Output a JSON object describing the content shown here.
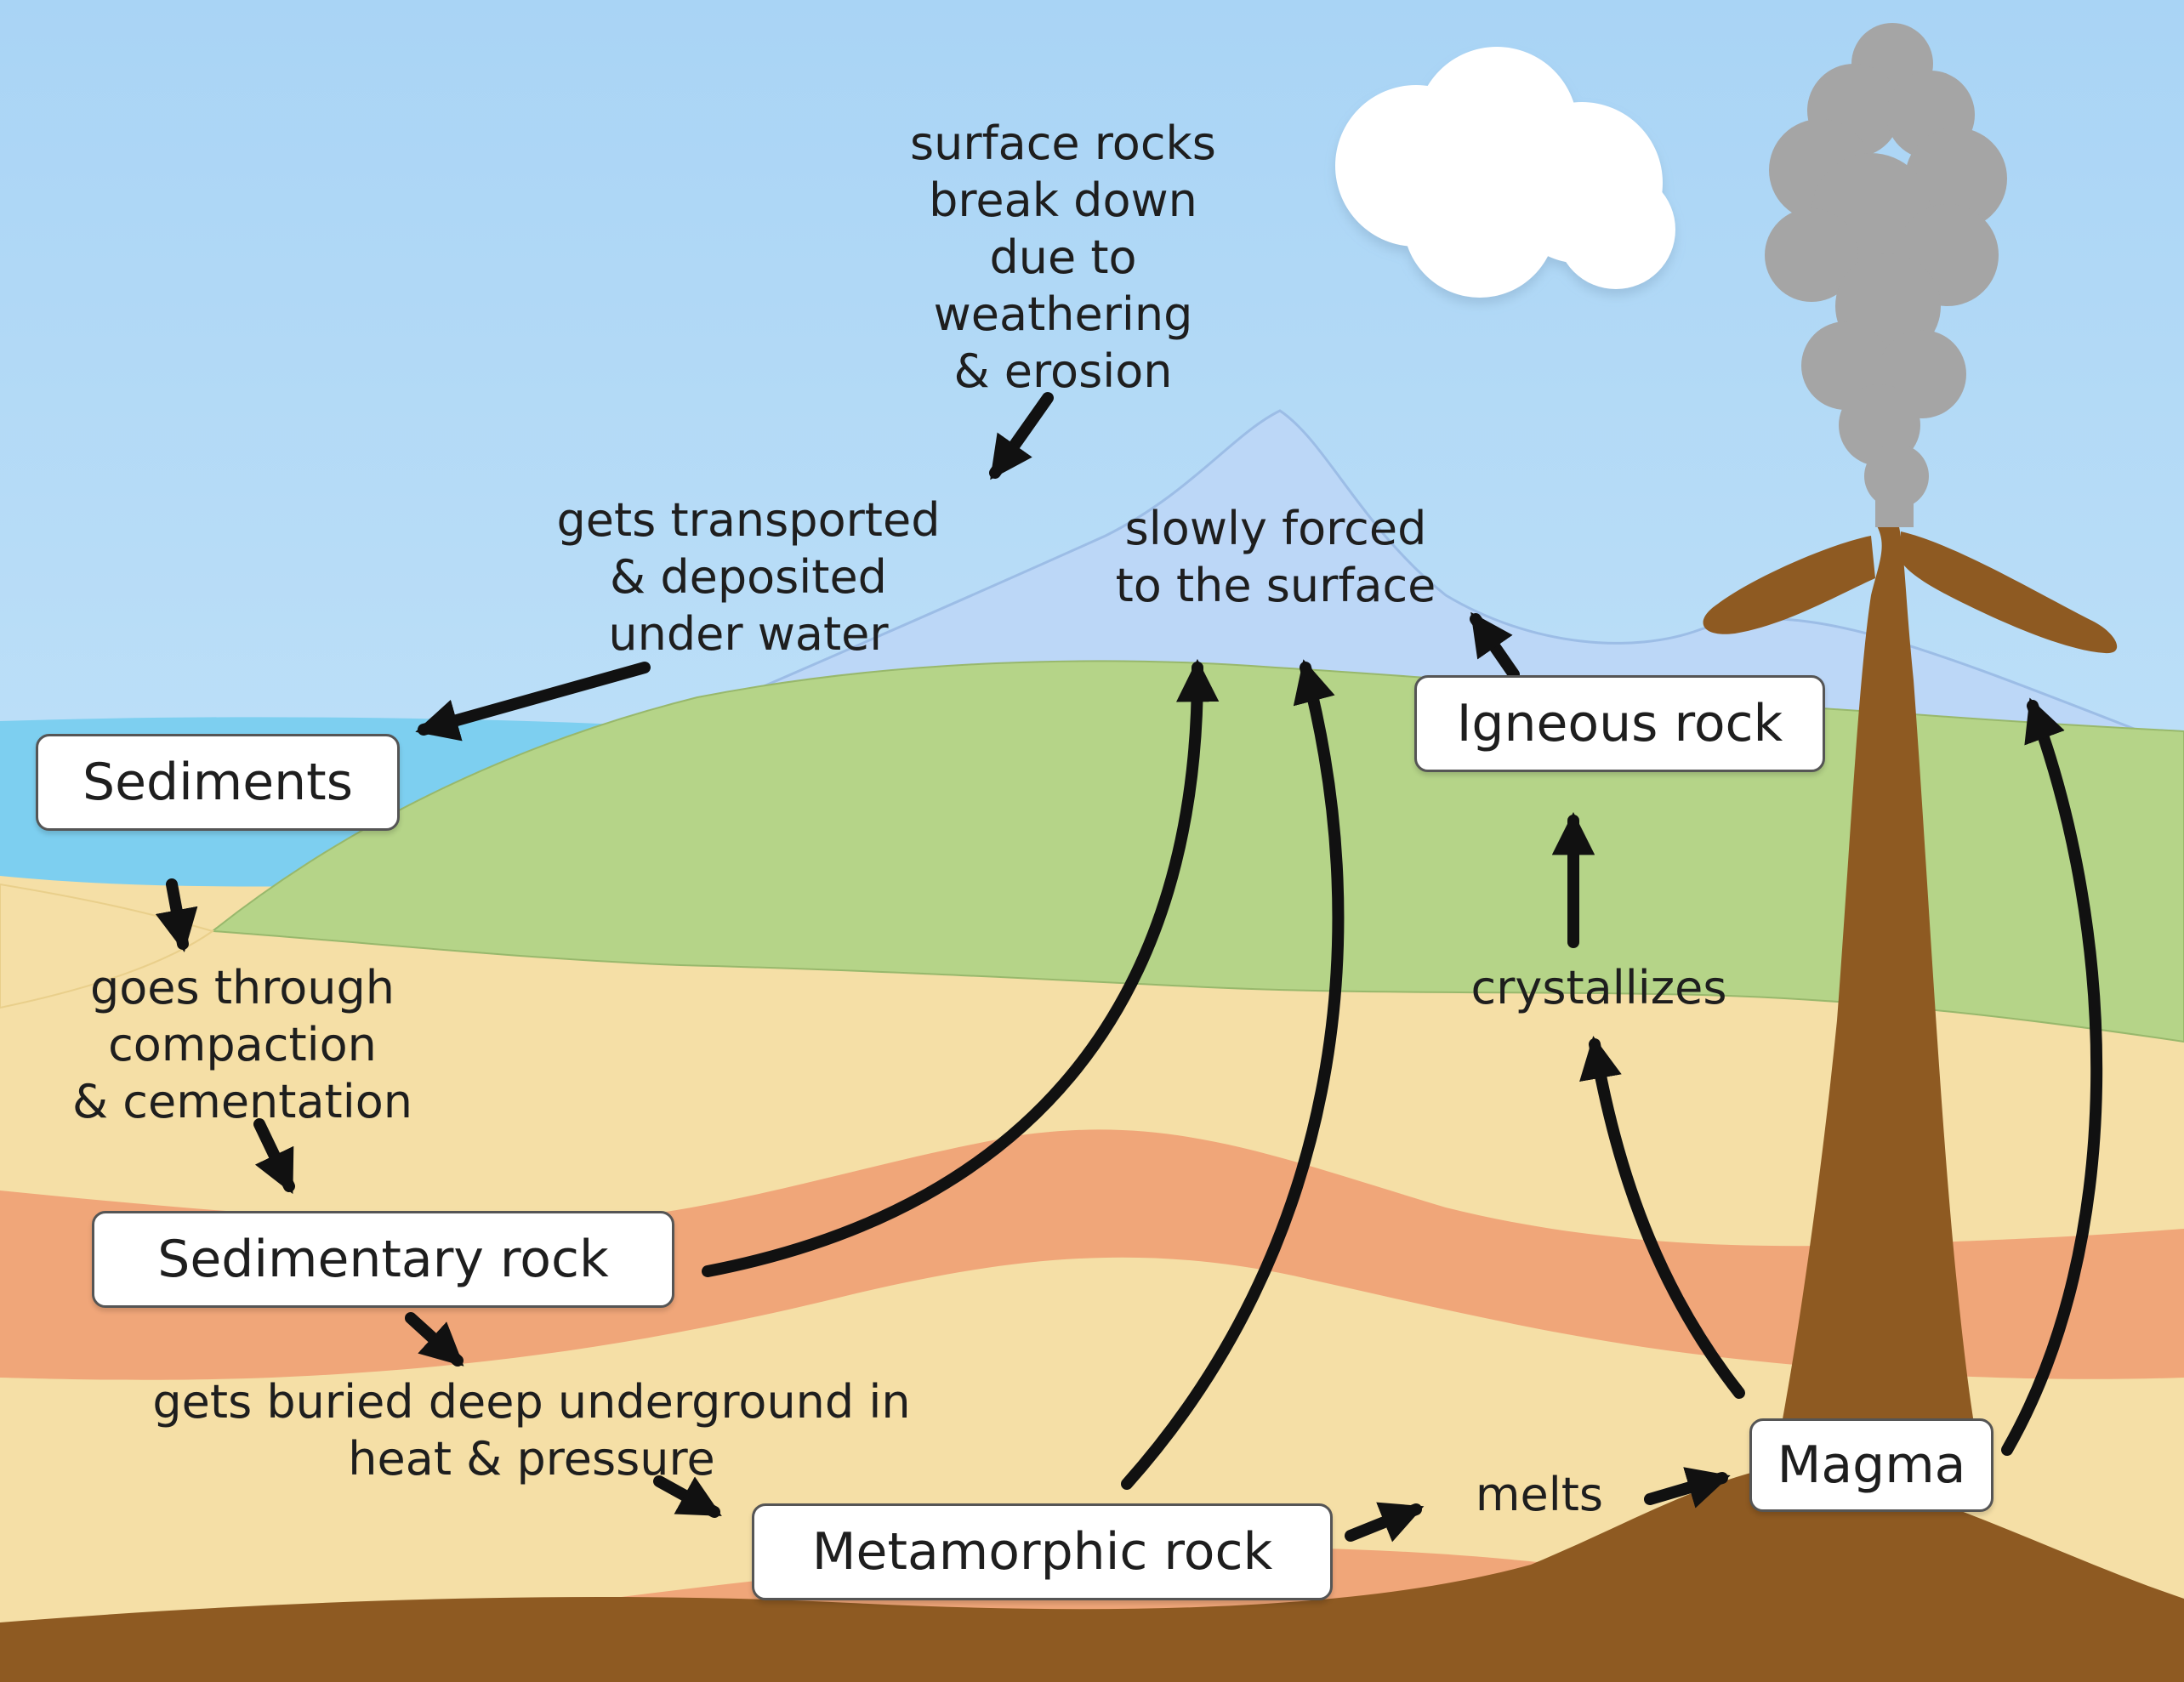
{
  "colors": {
    "sky_top": "#a9d4f5",
    "sky_bottom": "#d3ecfb",
    "water": "#7dcff0",
    "mountain": "#bcd7f7",
    "grass": "#b5d488",
    "sand": "#f5dfa6",
    "clay": "#f0a679",
    "soil": "#8e5a22",
    "smoke": "#a5a5a5",
    "cloud": "#ffffff"
  },
  "boxes": {
    "sediments": "Sediments",
    "sedimentary_rock": "Sedimentary rock",
    "metamorphic_rock": "Metamorphic rock",
    "igneous_rock": "Igneous rock",
    "magma": "Magma"
  },
  "labels": {
    "weathering": "surface rocks\nbreak down\ndue to\nweathering\n& erosion",
    "transported": "gets transported\n& deposited\nunder water",
    "forced": "slowly forced\nto the surface",
    "compaction": "goes through\ncompaction\n& cementation",
    "crystallizes": "crystallizes",
    "buried": "gets buried deep underground in\nheat & pressure",
    "melts": "melts"
  }
}
